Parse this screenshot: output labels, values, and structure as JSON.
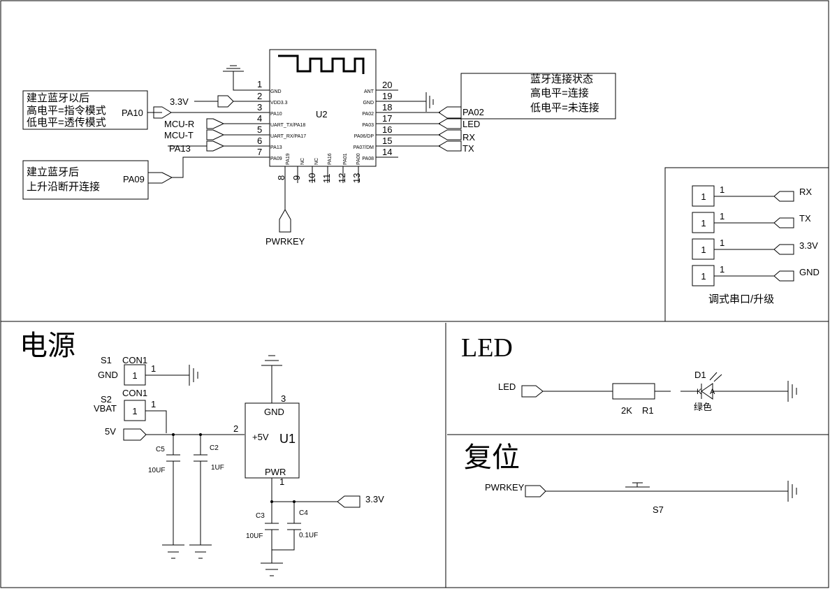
{
  "module": {
    "ref": "U2",
    "left_pins": [
      {
        "num": "1",
        "name": "GND"
      },
      {
        "num": "2",
        "name": "VDD3.3"
      },
      {
        "num": "3",
        "name": "PA10"
      },
      {
        "num": "4",
        "name": "UART_TX/PA18"
      },
      {
        "num": "5",
        "name": "UART_RX/PA17"
      },
      {
        "num": "6",
        "name": "PA13"
      },
      {
        "num": "7",
        "name": "PA09"
      }
    ],
    "right_pins": [
      {
        "num": "20",
        "name": "ANT"
      },
      {
        "num": "19",
        "name": "GND"
      },
      {
        "num": "18",
        "name": "PA02"
      },
      {
        "num": "17",
        "name": "PA03"
      },
      {
        "num": "16",
        "name": "PA06/DP"
      },
      {
        "num": "15",
        "name": "PA07/DM"
      },
      {
        "num": "14",
        "name": "PA08"
      }
    ],
    "bottom_pins": [
      {
        "num": "8",
        "name": "PA19"
      },
      {
        "num": "9",
        "name": "NC"
      },
      {
        "num": "10",
        "name": "NC"
      },
      {
        "num": "11",
        "name": "PA16"
      },
      {
        "num": "12",
        "name": "PA01"
      },
      {
        "num": "13",
        "name": "PA00"
      }
    ]
  },
  "nets": {
    "v33": "3.3V",
    "pa10": "PA10",
    "mcu_r": "MCU-R",
    "mcu_t": "MCU-T",
    "pa13": "PA13",
    "pa09": "PA09",
    "pa02": "PA02",
    "led": "LED",
    "rx": "RX",
    "tx": "TX",
    "pwrkey": "PWRKEY"
  },
  "notes": {
    "pa10_line1": "建立蓝牙以后",
    "pa10_line2": "高电平=指令模式",
    "pa10_line3": "低电平=透传模式",
    "pa09_line1": "建立蓝牙后",
    "pa09_line2": "上升沿断开连接",
    "pa02_line1": "蓝牙连接状态",
    "pa02_line2": "高电平=连接",
    "pa02_line3": "低电平=未连接"
  },
  "debug_port": {
    "title": "调式串口/升级",
    "pins": [
      {
        "num": "1",
        "pin_label": "1",
        "net": "RX"
      },
      {
        "num": "1",
        "pin_label": "1",
        "net": "TX"
      },
      {
        "num": "1",
        "pin_label": "1",
        "net": "3.3V"
      },
      {
        "num": "1",
        "pin_label": "1",
        "net": "GND"
      }
    ]
  },
  "power": {
    "title": "电源",
    "s1_ref": "S1",
    "s1_type": "CON1",
    "s1_net": "GND",
    "s1_pin": "1",
    "s1_box": "1",
    "s2_ref": "S2",
    "s2_type": "CON1",
    "s2_net": "VBAT",
    "s2_pin": "1",
    "s2_box": "1",
    "v5": "5V",
    "c5_ref": "C5",
    "c5_val": "10UF",
    "c2_ref": "C2",
    "c2_val": "1UF",
    "c3_ref": "C3",
    "c3_val": "10UF",
    "c4_ref": "C4",
    "c4_val": "0.1UF",
    "u1_ref": "U1",
    "u1_gnd": "GND",
    "u1_in": "+5V",
    "u1_out": "PWR",
    "u1_pin_in": "2",
    "u1_pin_gnd": "3",
    "u1_pin_out": "1",
    "out_net": "3.3V"
  },
  "led_section": {
    "title": "LED",
    "net": "LED",
    "r_val": "2K",
    "r_ref": "R1",
    "d_ref": "D1",
    "d_k": "K",
    "d_a": "A",
    "d_color": "绿色"
  },
  "reset_section": {
    "title": "复位",
    "net": "PWRKEY",
    "sw_ref": "S7"
  }
}
